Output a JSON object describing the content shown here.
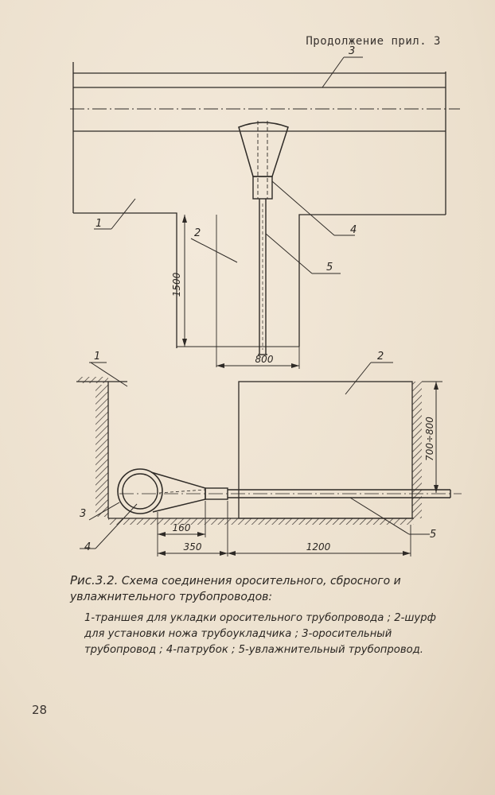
{
  "header": {
    "continuation": "Продолжение прил. 3"
  },
  "figure": {
    "number": "Рис.3.2.",
    "title": "Схема соединения оросительного, сбросного и увлажнительного трубопроводов:",
    "legend": "1-траншея для укладки оросительного трубопровода ; 2-шурф для установки ножа трубоукладчика ; 3-оросительный трубопровод ; 4-патрубок ; 5-увлажнительный трубопровод."
  },
  "plan_view": {
    "labels": {
      "l1": "1",
      "l2": "2",
      "l3": "3",
      "l4": "4",
      "l5": "5"
    },
    "dimensions": {
      "depth": "1500",
      "width": "800"
    }
  },
  "section_view": {
    "labels": {
      "l1": "1",
      "l2": "2",
      "l3": "3",
      "l4": "4",
      "l5": "5"
    },
    "dimensions": {
      "d160": "160",
      "d350": "350",
      "d1200": "1200",
      "depth_range": "700÷800"
    }
  },
  "page": {
    "number": "28"
  }
}
